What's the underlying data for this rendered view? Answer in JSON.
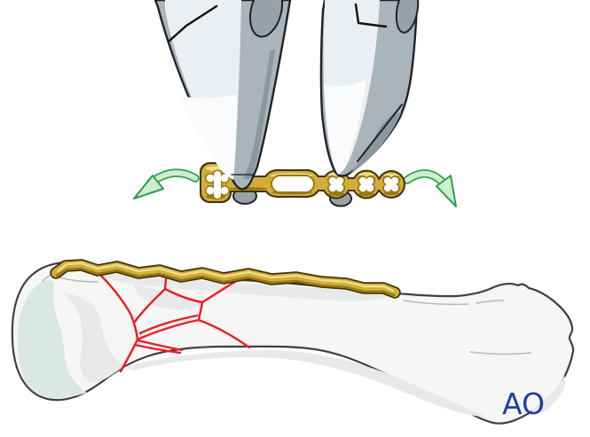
{
  "page": {
    "background": "#ffffff"
  },
  "logo": {
    "text": "AO",
    "color": "#1d3fa2"
  },
  "illustration": {
    "top_scene": "two bending pliers gripping a straight gold bone plate, green arrows showing bending direction",
    "bottom_scene": "contoured gold plate applied along dorsal surface of fractured bone with red fracture lines"
  },
  "colors": {
    "page_bg": "#ffffff",
    "gold_body": "#d2ae38",
    "gold_light": "#efdf8d",
    "gold_mid": "#c5a22c",
    "gold_dark": "#97781a",
    "gold_outline": "#3e3307",
    "steel_light": "#eceff1",
    "steel_white": "#fafbfd",
    "steel_mid": "#aab4bb",
    "steel_dark": "#8d979e",
    "steel_oval": "#97a1a8",
    "outline_dark": "#1f2326",
    "green_fill": "#cfeecb",
    "green_stroke": "#2f9e52",
    "fracture_red": "#ec1c24",
    "bone_fill": "#f6f6f5",
    "bone_outline": "#3f3f3f",
    "bone_shade": "#e8e9e9",
    "cartilage": "#d9e8e3",
    "faint_line": "#b7bbbb",
    "ao_blue": "#1d3fa2"
  }
}
